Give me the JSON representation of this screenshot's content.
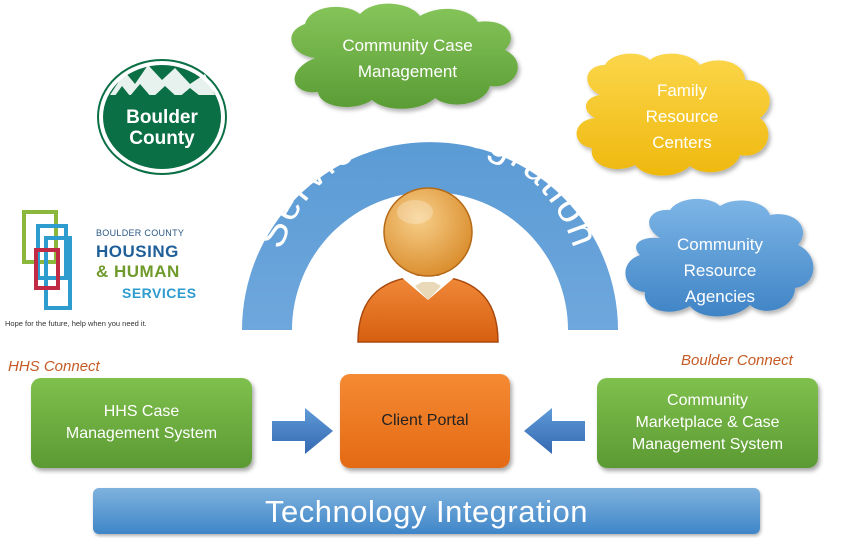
{
  "clouds": {
    "community_case_management": [
      "Community Case",
      "Management"
    ],
    "family_resource_centers": [
      "Family",
      "Resource",
      "Centers"
    ],
    "community_resource_agencies": [
      "Community",
      "Resource",
      "Agencies"
    ]
  },
  "logos": {
    "boulder_county": [
      "Boulder",
      "County"
    ],
    "hhs": {
      "line1": "BOULDER COUNTY",
      "line2": "HOUSING",
      "line3": "& HUMAN",
      "line4": "SERVICES",
      "tagline": "Hope for the future, help when you need it."
    }
  },
  "arc_text": "Services Integration",
  "labels": {
    "hhs_connect": "HHS Connect",
    "boulder_connect": "Boulder Connect"
  },
  "boxes": {
    "hhs_case": [
      "HHS Case",
      "Management System"
    ],
    "client_portal": "Client Portal",
    "community_marketplace": [
      "Community",
      "Marketplace & Case",
      "Management System"
    ]
  },
  "tech_bar": "Technology Integration",
  "colors": {
    "green": "#6aab3d",
    "yellow": "#f4c51a",
    "blue": "#4a90d0",
    "orange": "#ec7a22",
    "label_orange": "#c55a24",
    "logo_green": "#0b6f45"
  }
}
